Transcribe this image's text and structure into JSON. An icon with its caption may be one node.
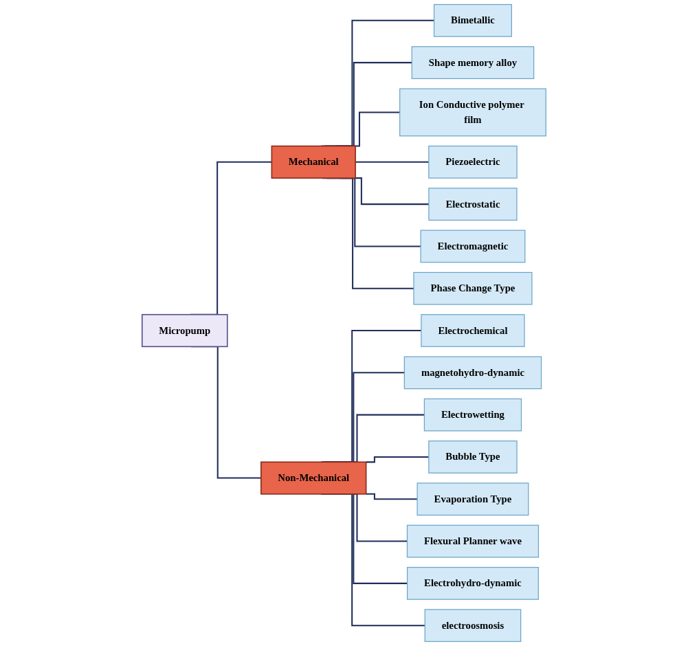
{
  "diagram": {
    "nodes": [
      {
        "text": [
          "Micropump"
        ]
      },
      {
        "text": [
          "Mechanical"
        ]
      },
      {
        "text": [
          "Non-Mechanical"
        ]
      },
      {
        "text": [
          "Bimetallic"
        ]
      },
      {
        "text": [
          "Shape memory alloy"
        ]
      },
      {
        "text": [
          "Ion Conductive polymer film"
        ]
      },
      {
        "text": [
          "Piezoelectric"
        ]
      },
      {
        "text": [
          "Electrostatic"
        ]
      },
      {
        "text": [
          "Electromagnetic"
        ]
      },
      {
        "text": [
          "Phase Change Type"
        ]
      },
      {
        "text": [
          "Electrochemical"
        ]
      },
      {
        "text": [
          "magnetohydro-dynamic"
        ]
      },
      {
        "text": [
          "Electrowetting"
        ]
      },
      {
        "text": [
          "Bubble Type"
        ]
      },
      {
        "text": [
          "Evaporation Type"
        ]
      },
      {
        "text": [
          "Flexural Planner wave"
        ]
      },
      {
        "text": [
          "Electrohydro-dynamic"
        ]
      },
      {
        "text": [
          "electroosmosis"
        ]
      }
    ],
    "edges": [
      {
        "from": 0,
        "to": 1,
        "arrow": "none"
      },
      {
        "from": 0,
        "to": 2,
        "arrow": "none"
      },
      {
        "from": 1,
        "to": 3,
        "arrow": "none"
      },
      {
        "from": 1,
        "to": 4,
        "arrow": "none"
      },
      {
        "from": 1,
        "to": 5,
        "arrow": "none"
      },
      {
        "from": 1,
        "to": 6,
        "arrow": "none"
      },
      {
        "from": 1,
        "to": 7,
        "arrow": "none"
      },
      {
        "from": 1,
        "to": 8,
        "arrow": "none"
      },
      {
        "from": 1,
        "to": 9,
        "arrow": "none"
      },
      {
        "from": 2,
        "to": 10,
        "arrow": "none"
      },
      {
        "from": 2,
        "to": 11,
        "arrow": "none"
      },
      {
        "from": 2,
        "to": 12,
        "arrow": "none"
      },
      {
        "from": 2,
        "to": 13,
        "arrow": "none"
      },
      {
        "from": 2,
        "to": 14,
        "arrow": "none"
      },
      {
        "from": 2,
        "to": 15,
        "arrow": "none"
      },
      {
        "from": 2,
        "to": 16,
        "arrow": "none"
      },
      {
        "from": 2,
        "to": 17,
        "arrow": "none"
      }
    ]
  }
}
